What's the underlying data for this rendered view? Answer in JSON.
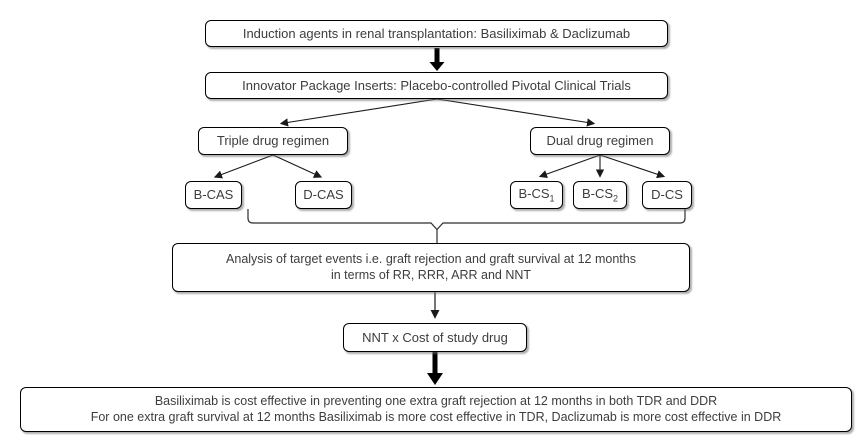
{
  "diagram": {
    "colors": {
      "border": "#000000",
      "text": "#3d3d3d",
      "background": "#ffffff",
      "connector": "#1a1a1a"
    },
    "nodes": {
      "induction": {
        "label": "Induction agents in renal transplantation: Basiliximab & Daclizumab"
      },
      "innovator": {
        "label": "Innovator Package Inserts: Placebo-controlled Pivotal Clinical Trials"
      },
      "triple": {
        "label": "Triple drug regimen"
      },
      "dual": {
        "label": "Dual drug regimen"
      },
      "bcas": {
        "label": "B-CAS"
      },
      "dcas": {
        "label": "D-CAS"
      },
      "bcs1": {
        "base": "B-CS",
        "sub": "1"
      },
      "bcs2": {
        "base": "B-CS",
        "sub": "2"
      },
      "dcs": {
        "label": "D-CS"
      },
      "analysis": {
        "line1": "Analysis of target events i.e. graft rejection and graft survival at 12 months",
        "line2": "in terms of RR, RRR, ARR and NNT"
      },
      "nnt": {
        "label": "NNT x Cost of study drug"
      },
      "conclusion": {
        "line1": "Basiliximab is cost effective in preventing one extra graft rejection at 12 months in both TDR and DDR",
        "line2": "For one extra graft survival at 12 months Basiliximab is more cost effective in TDR, Daclizumab is more cost effective in DDR"
      }
    }
  }
}
